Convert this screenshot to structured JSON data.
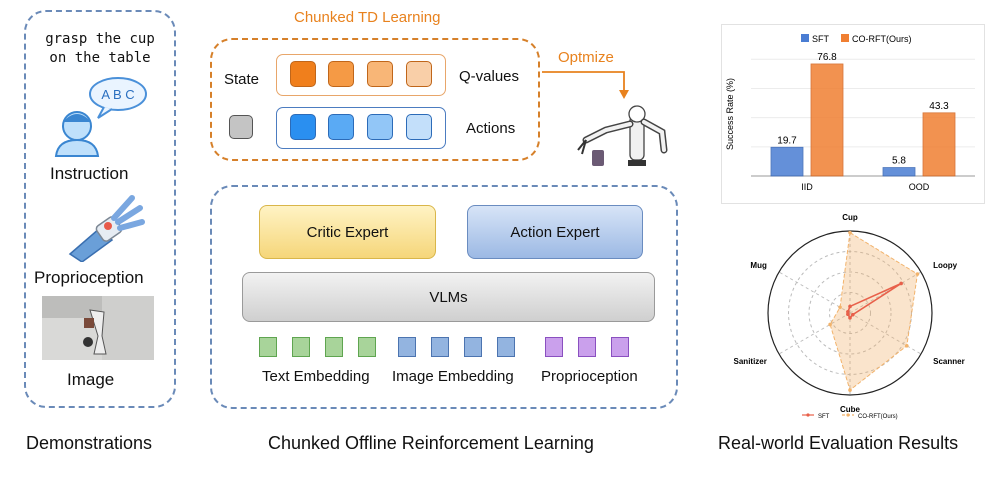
{
  "demonstrations": {
    "instruction_text": [
      "grasp the cup",
      "on the table"
    ],
    "speech_bubble_text": "A B C",
    "instruction_label": "Instruction",
    "proprioception_label": "Proprioception",
    "image_label": "Image",
    "caption": "Demonstrations"
  },
  "offline_rl": {
    "td_title": "Chunked TD Learning",
    "state_label": "State",
    "qvalues_label": "Q-values",
    "actions_label": "Actions",
    "optimize_label": "Optmize",
    "critic_expert": "Critic Expert",
    "action_expert": "Action Expert",
    "vlms": "VLMs",
    "text_embedding": "Text Embedding",
    "image_embedding": "Image Embedding",
    "proprioception": "Proprioception",
    "caption": "Chunked Offline Reinforcement Learning",
    "colors": {
      "q_orange": [
        "#f07f1c",
        "#f59a45",
        "#f8b677",
        "#f9cfa8"
      ],
      "action_blue": [
        "#2a8ff0",
        "#5aaaf4",
        "#92c6f7",
        "#c3dffa"
      ],
      "text_emb": "#a8d49a",
      "image_emb": "#93b4e0",
      "proprio_emb": "#caa0ec"
    }
  },
  "evaluation": {
    "caption": "Real-world Evaluation Results"
  },
  "chart_data": [
    {
      "type": "bar",
      "ylabel": "Success Rate (%)",
      "categories": [
        "IID",
        "OOD"
      ],
      "series": [
        {
          "name": "SFT",
          "values": [
            19.7,
            5.8
          ],
          "color": "#4a7dd3"
        },
        {
          "name": "CO-RFT(Ours)",
          "values": [
            76.8,
            43.3
          ],
          "color": "#f07f32"
        }
      ],
      "ylim": [
        0,
        85
      ],
      "legend": "top",
      "grid": true
    },
    {
      "type": "radar",
      "axes": [
        "Cup",
        "Loopy",
        "Scanner",
        "Cube",
        "Sanitizer",
        "Mug"
      ],
      "series": [
        {
          "name": "SFT",
          "values": [
            0.08,
            0.72,
            0.04,
            0.06,
            0.03,
            0.03
          ],
          "color": "#e8604a"
        },
        {
          "name": "CO-RFT(Ours)",
          "values": [
            0.98,
            0.95,
            0.8,
            0.94,
            0.28,
            0.14
          ],
          "color": "#f2b36c"
        }
      ],
      "legend": "bottom"
    }
  ]
}
